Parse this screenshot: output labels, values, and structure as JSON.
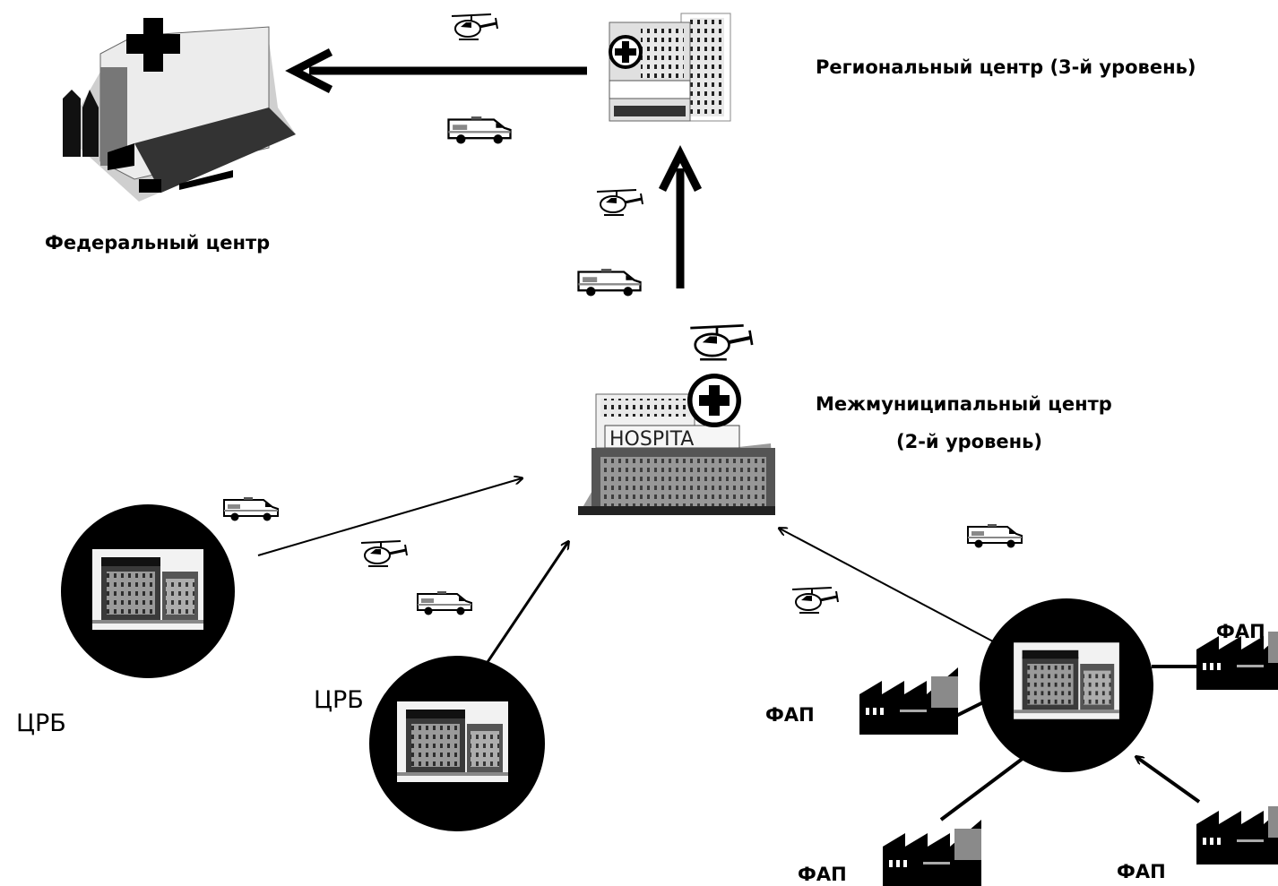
{
  "labels": {
    "federal": "Федеральный центр",
    "regional": "Региональный центр (3-й уровень)",
    "intermunicipal_line1": "Межмуниципальный центр",
    "intermunicipal_line2": "(2-й уровень)",
    "crb_left": "ЦРБ",
    "crb_mid": "ЦРБ",
    "fap_left": "ФАП",
    "fap_top_right": "ФАП",
    "fap_bottom_left": "ФАП",
    "fap_bottom_right": "ФАП"
  },
  "colors": {
    "ink": "#000000",
    "white": "#ffffff",
    "grey": "#777777",
    "light": "#d9d9d9"
  },
  "icons": [
    "hospital-building-icon",
    "helicopter-icon",
    "ambulance-icon",
    "building-icon",
    "house-icon",
    "arrow-icon"
  ]
}
